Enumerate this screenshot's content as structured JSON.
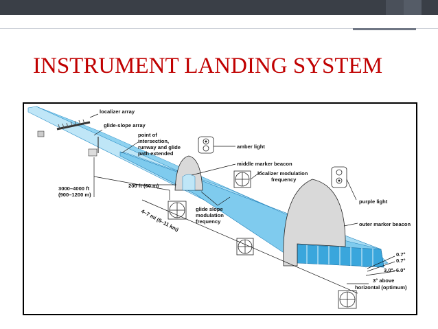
{
  "slide": {
    "title": "INSTRUMENT LANDING SYSTEM",
    "title_color": "#c00000",
    "header_color": "#3a3f47"
  },
  "diagram": {
    "labels": {
      "localizer_array": "localizer array",
      "glide_slope_array": "glide-slope array",
      "point_of_intersection": [
        "point of",
        "intersection,",
        "runway and glide",
        "path extended"
      ],
      "amber_light": "amber light",
      "middle_marker_beacon": "middle marker beacon",
      "localizer_modulation_frequency": [
        "localizer modulation",
        "frequency"
      ],
      "purple_light": "purple light",
      "outer_marker_beacon": "outer marker beacon",
      "distance_3000_4000": [
        "3000–4000 ft",
        "(900–1200 m)"
      ],
      "distance_200": "200 ft (60 m)",
      "distance_4_7": "4–7 mi (6–11 km)",
      "glide_slope_modulation_frequency": [
        "glide slope",
        "modulation",
        "frequency"
      ],
      "angle_07_a": "0.7°",
      "angle_07_b": "0.7°",
      "angle_3_6": "3.0°–6.0°",
      "angle_3_above": [
        "3° above",
        "horizontal (optimum)"
      ]
    },
    "colors": {
      "beam_light": "#bfe6f7",
      "beam_mid": "#7fcbee",
      "beam_dark": "#3aa6dc",
      "beacon_fill": "#d9d9d9"
    }
  }
}
